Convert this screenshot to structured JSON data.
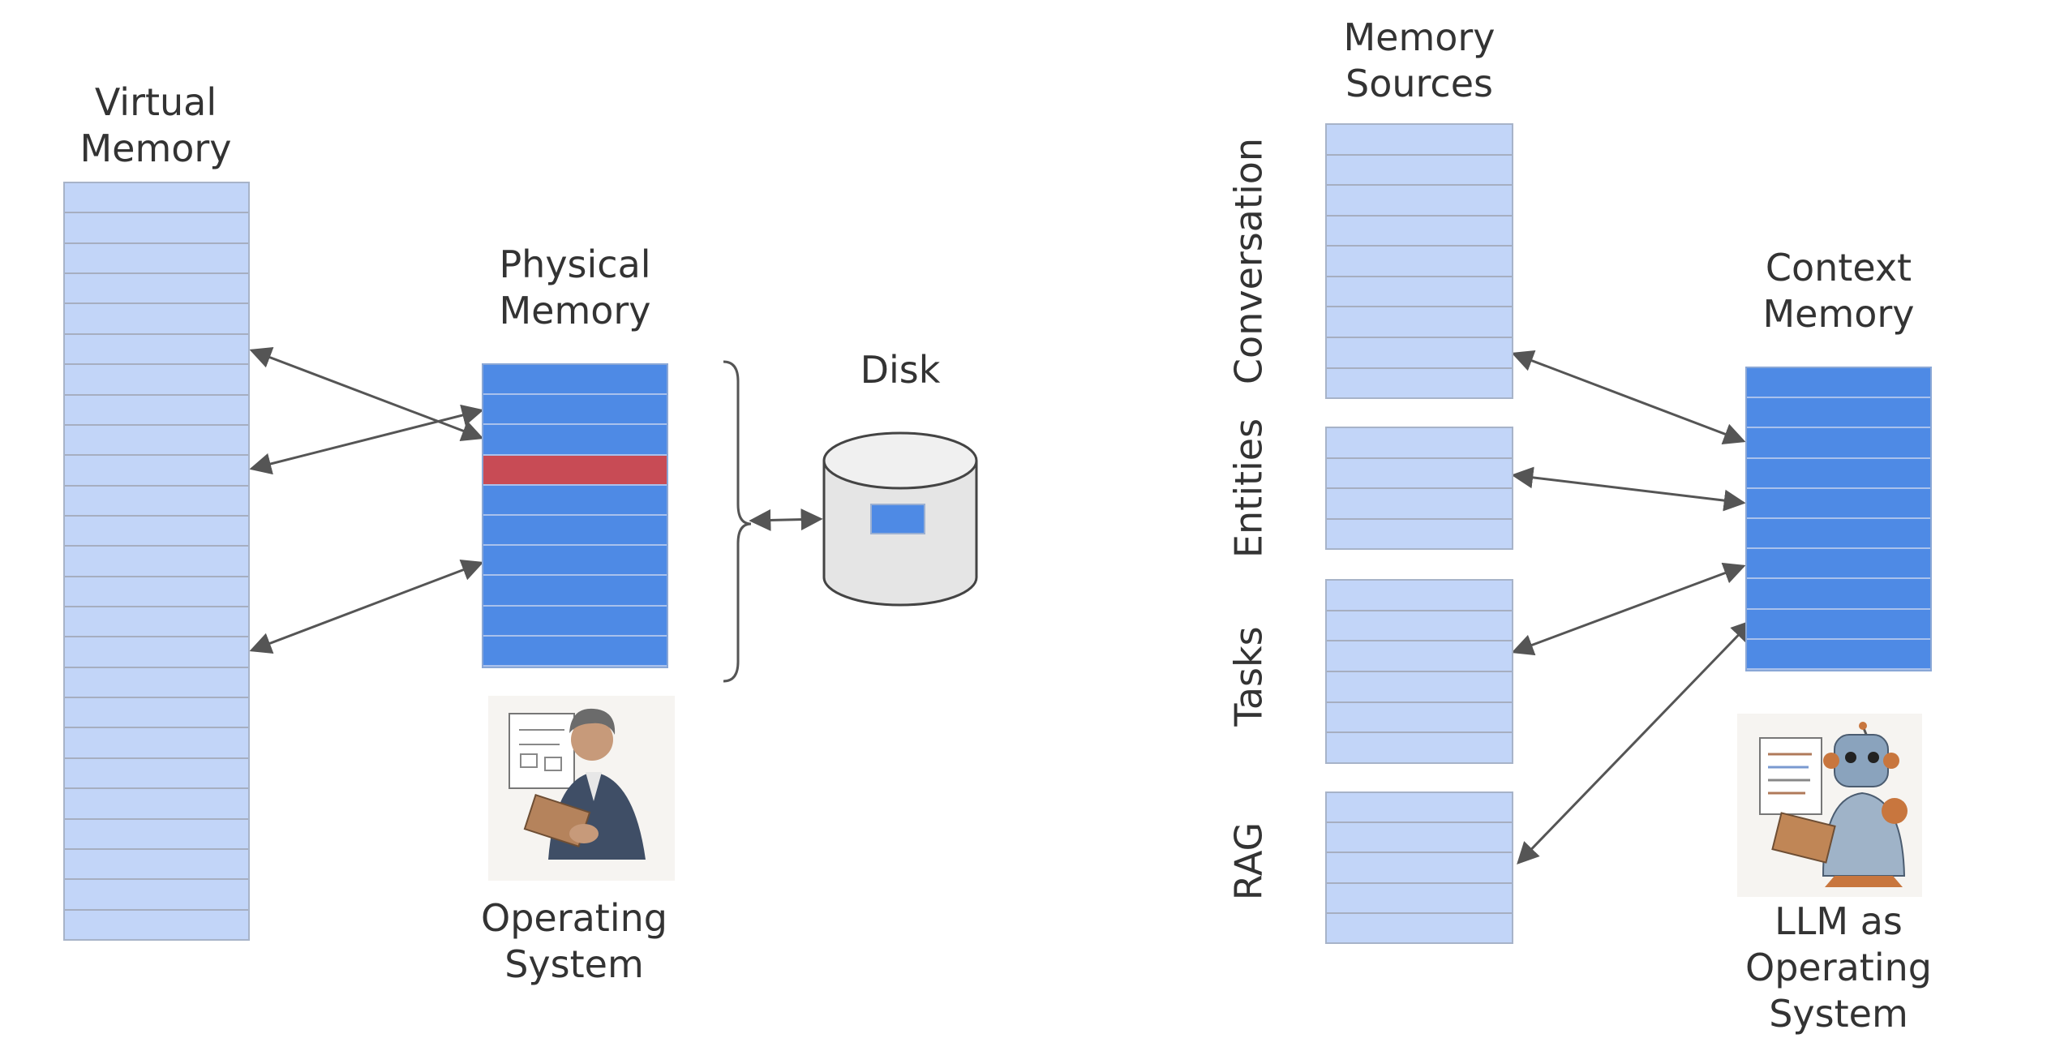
{
  "left": {
    "virtual_memory": {
      "title": [
        "Virtual",
        "Memory"
      ],
      "rows": 25
    },
    "physical_memory": {
      "title": [
        "Physical",
        "Memory"
      ],
      "rows": 10,
      "highlighted_row": 3,
      "highlight_color": "#c84b55"
    },
    "disk": {
      "title": "Disk"
    },
    "operator": {
      "caption": [
        "Operating",
        "System"
      ],
      "icon": "woman-with-clipboard-icon"
    }
  },
  "right": {
    "memory_sources": {
      "title": [
        "Memory",
        "Sources"
      ],
      "groups": [
        {
          "label": "Conversation",
          "rows": 9
        },
        {
          "label": "Entities",
          "rows": 4
        },
        {
          "label": "Tasks",
          "rows": 6
        },
        {
          "label": "RAG",
          "rows": 5
        }
      ]
    },
    "context_memory": {
      "title": [
        "Context",
        "Memory"
      ],
      "rows": 10
    },
    "operator": {
      "caption": [
        "LLM as",
        "Operating",
        "System"
      ],
      "icon": "robot-with-clipboard-icon"
    }
  },
  "colors": {
    "light_block": "#c2d5f8",
    "dark_block": "#4e8ae5",
    "arrow": "#555555",
    "text": "#333333"
  }
}
